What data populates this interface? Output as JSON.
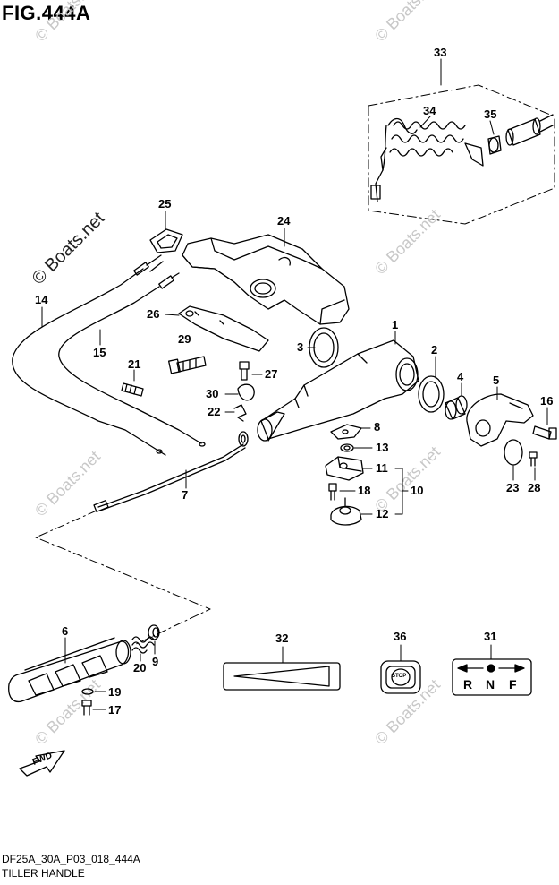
{
  "header": {
    "figure_label": "FIG.444A"
  },
  "footer": {
    "model_code": "DF25A_30A_P03_018_444A",
    "section_title": "TILLER HANDLE"
  },
  "watermark": {
    "text": "© Boats.net"
  },
  "callouts": {
    "n1": "1",
    "n2": "2",
    "n3": "3",
    "n4": "4",
    "n5": "5",
    "n6": "6",
    "n7": "7",
    "n8": "8",
    "n9": "9",
    "n10": "10",
    "n11": "11",
    "n12": "12",
    "n13": "13",
    "n14": "14",
    "n15": "15",
    "n16": "16",
    "n17": "17",
    "n18": "18",
    "n19": "19",
    "n20": "20",
    "n21": "21",
    "n22": "22",
    "n23": "23",
    "n24": "24",
    "n25": "25",
    "n26": "26",
    "n27": "27",
    "n28": "28",
    "n29": "29",
    "n30": "30",
    "n31": "31",
    "n32": "32",
    "n33": "33",
    "n34": "34",
    "n35": "35",
    "n36": "36"
  },
  "decals": {
    "fwd_arrow": "FWD",
    "stop_switch": "STOP",
    "shift_label": {
      "r": "R",
      "n": "N",
      "f": "F"
    }
  },
  "colors": {
    "line": "#000000",
    "watermark": "#c8c8c8",
    "background": "#ffffff"
  }
}
